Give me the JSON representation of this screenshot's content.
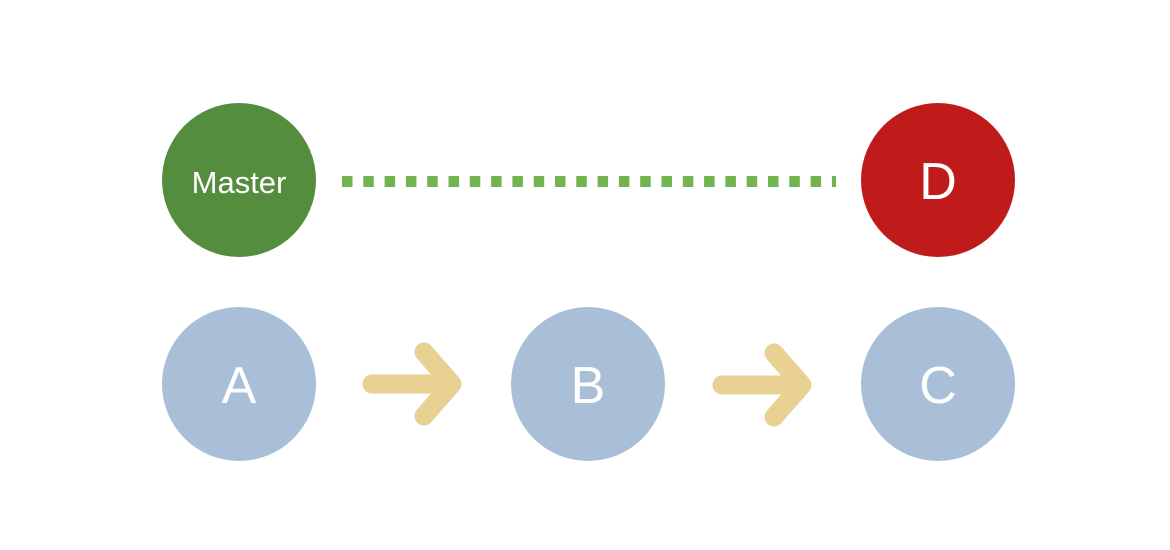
{
  "colors": {
    "background": "#ffffff",
    "master-green": "#538d3d",
    "dash-green": "#72b452",
    "commit-red": "#bf1b1b",
    "node-blue": "#a9bfd7",
    "arrow-tan": "#e9d093",
    "label-white": "#ffffff"
  },
  "diagram": {
    "nodes": {
      "master": {
        "label": "Master",
        "shape": "circle",
        "color_key": "master-green"
      },
      "d": {
        "label": "D",
        "shape": "circle",
        "color_key": "commit-red"
      },
      "a": {
        "label": "A",
        "shape": "circle",
        "color_key": "node-blue"
      },
      "b": {
        "label": "B",
        "shape": "circle",
        "color_key": "node-blue"
      },
      "c": {
        "label": "C",
        "shape": "circle",
        "color_key": "node-blue"
      }
    },
    "edges": [
      {
        "from": "master",
        "to": "d",
        "style": "dotted-line",
        "color_key": "dash-green"
      },
      {
        "from": "a",
        "to": "b",
        "style": "arrow",
        "color_key": "arrow-tan"
      },
      {
        "from": "b",
        "to": "c",
        "style": "arrow",
        "color_key": "arrow-tan"
      }
    ]
  }
}
